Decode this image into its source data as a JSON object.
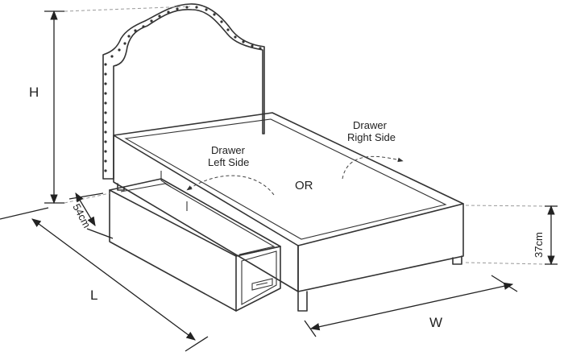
{
  "labels": {
    "height": "H",
    "drawer_depth": "54cm",
    "length": "L",
    "width": "W",
    "base_height": "37cm",
    "drawer_left": [
      "Drawer",
      "Left Side"
    ],
    "drawer_right": [
      "Drawer",
      "Right Side"
    ],
    "or": "OR"
  },
  "colors": {
    "line": "#333333",
    "dash": "#9a9a9a",
    "text": "#222222"
  }
}
